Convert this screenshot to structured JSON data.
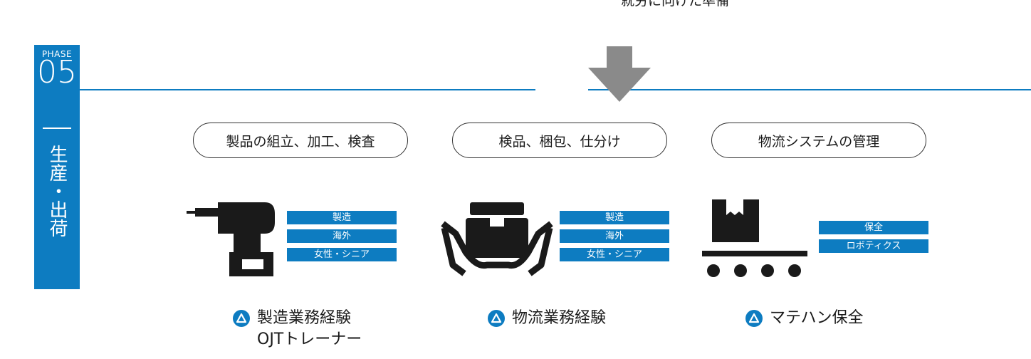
{
  "top_fragment": "就労に向けた準備",
  "phase": {
    "label": "PHASE",
    "number": "05",
    "title": "生産・出荷"
  },
  "columns": [
    {
      "pill": "製品の組立、加工、検査",
      "icon": "power-drill-icon",
      "tags": [
        "製造",
        "海外",
        "女性・シニア"
      ],
      "result": [
        "製造業務経験",
        "OJTトレーナー"
      ]
    },
    {
      "pill": "検品、梱包、仕分け",
      "icon": "hands-holding-box-icon",
      "tags": [
        "製造",
        "海外",
        "女性・シニア"
      ],
      "result": [
        "物流業務経験"
      ]
    },
    {
      "pill": "物流システムの管理",
      "icon": "conveyor-box-icon",
      "tags": [
        "保全",
        "ロボティクス"
      ],
      "result": [
        "マテハン保全"
      ]
    }
  ],
  "colors": {
    "accent": "#0d7cc1",
    "arrow": "#8a8a8a",
    "icon": "#1a1a1a"
  }
}
